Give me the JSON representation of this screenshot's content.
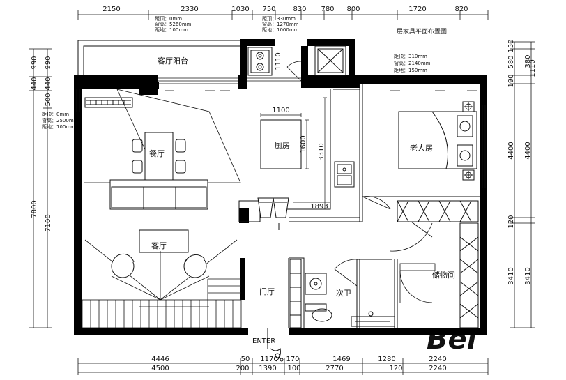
{
  "title": "一层家具平面布置图",
  "entry_label": "ENTER",
  "watermark": "Bei",
  "rooms": {
    "living_balcony": "客厅阳台",
    "dining": "餐厅",
    "kitchen": "厨房",
    "elder_room": "老人房",
    "living": "客厅",
    "foyer": "门厅",
    "second_bath": "次卫",
    "storage": "储物间"
  },
  "top_dims": [
    {
      "label": "2150"
    },
    {
      "label": "2330"
    },
    {
      "label": "1030"
    },
    {
      "label": "750"
    },
    {
      "label": "830"
    },
    {
      "label": "780"
    },
    {
      "label": "800"
    },
    {
      "label": "1720"
    },
    {
      "label": "820"
    }
  ],
  "bottom_dims_row1": [
    {
      "label": "4446"
    },
    {
      "label": "50"
    },
    {
      "label": "1170"
    },
    {
      "label": "170"
    },
    {
      "label": "1469"
    },
    {
      "label": "1280"
    },
    {
      "label": "2240"
    }
  ],
  "bottom_dims_row2": [
    {
      "label": "4500"
    },
    {
      "label": "200"
    },
    {
      "label": "1390"
    },
    {
      "label": "100"
    },
    {
      "label": "2770"
    },
    {
      "label": "120"
    },
    {
      "label": "2240"
    }
  ],
  "left_dims_inner": [
    "990",
    "440",
    "500",
    "7100"
  ],
  "left_dims_outer": [
    "990",
    "440",
    "7800"
  ],
  "right_dims_inner": [
    "150",
    "580",
    "190",
    "4400",
    "120",
    "3410"
  ],
  "right_dims_outer": [
    "380",
    "1110",
    "4400",
    "3410"
  ],
  "interior_dims": {
    "kitchen_width": "1100",
    "kitchen_depth": "1600",
    "counter_length": "3310",
    "counter_run": "1893",
    "balcony_depth": "1110"
  },
  "notes": {
    "balcony": [
      "距顶：0mm",
      "窗高：5260mm",
      "距地：100mm"
    ],
    "kitchen_window": [
      "距顶：330mm",
      "窗高：1270mm",
      "距地：1000mm"
    ],
    "elder_window": [
      "距顶：310mm",
      "窗高：2140mm",
      "距地：150mm"
    ],
    "dining_window": [
      "距顶：0mm",
      "窗高：2500mm",
      "距地：100mm"
    ]
  },
  "colors": {
    "wall": "#000000",
    "line": "#111111",
    "watermark": "#d0d0d0"
  }
}
